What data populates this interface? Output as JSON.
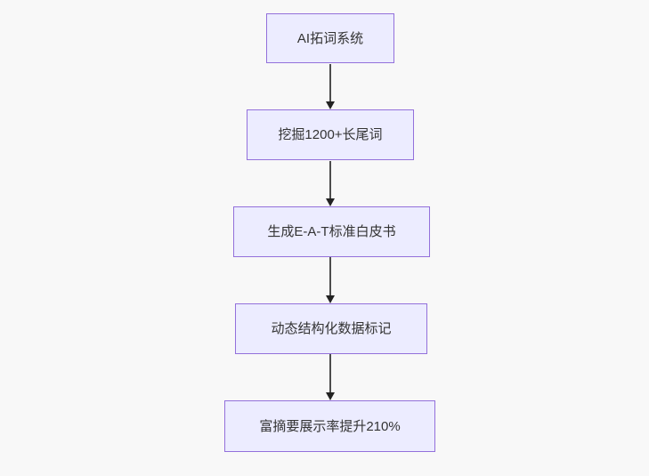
{
  "diagram": {
    "type": "flowchart",
    "direction": "top-down",
    "background_color": "#f8f8f8",
    "node_fill_color": "#ECECFF",
    "node_border_color": "#9370DB",
    "node_text_color": "#333333",
    "edge_line_color": "#4d4d4d",
    "arrowhead_color": "#222222",
    "nodes": [
      {
        "label": "AI拓词系统"
      },
      {
        "label": "挖掘1200+长尾词"
      },
      {
        "label": "生成E-A-T标准白皮书"
      },
      {
        "label": "动态结构化数据标记"
      },
      {
        "label": "富摘要展示率提升210%"
      }
    ],
    "edges": [
      {
        "from": 0,
        "to": 1,
        "arrow": "solid-triangle"
      },
      {
        "from": 1,
        "to": 2,
        "arrow": "solid-triangle"
      },
      {
        "from": 2,
        "to": 3,
        "arrow": "solid-triangle"
      },
      {
        "from": 3,
        "to": 4,
        "arrow": "solid-triangle"
      }
    ]
  }
}
